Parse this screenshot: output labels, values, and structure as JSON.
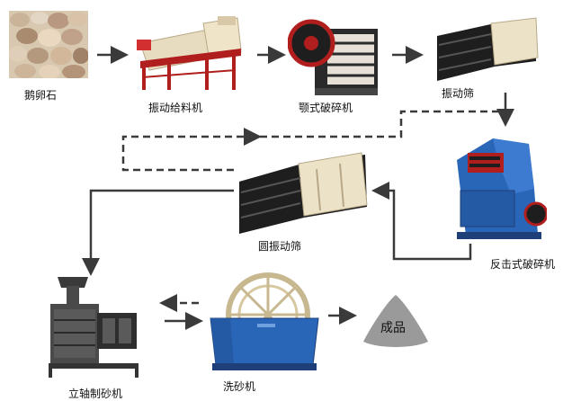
{
  "nodes": {
    "pebbles": "鹅卵石",
    "vibrating_feeder": "振动给料机",
    "jaw_crusher": "颚式破碎机",
    "vibrating_screen": "振动筛",
    "impact_crusher": "反击式破碎机",
    "circular_vibrating_screen": "圆振动筛",
    "vertical_shaft_sand_maker": "立轴制砂机",
    "sand_washer": "洗砂机",
    "finished_product": "成品"
  },
  "colors": {
    "arrow": "#3a3a3a",
    "machine_beige": "#e8dcc0",
    "machine_dark": "#1e1e1e",
    "machine_red": "#b01e1e",
    "machine_blue": "#2a66b8",
    "product_gray": "#9a9a9a"
  },
  "icons": [
    "pebbles-icon",
    "feeder-icon",
    "jaw-crusher-icon",
    "screen-icon",
    "impact-crusher-icon",
    "round-screen-icon",
    "sand-maker-icon",
    "sand-washer-icon",
    "product-pile-icon"
  ]
}
